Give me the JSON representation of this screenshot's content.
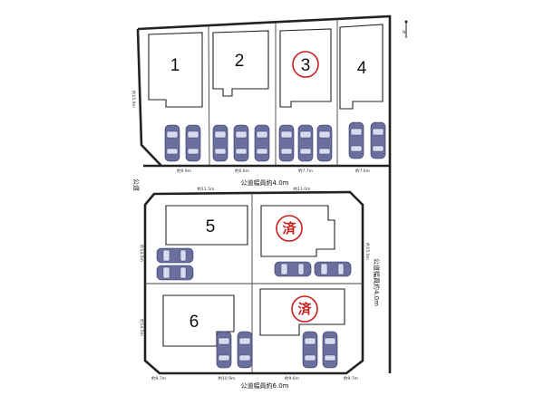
{
  "lots": [
    {
      "id": "1",
      "label": "1",
      "sold": false,
      "circled": false
    },
    {
      "id": "2",
      "label": "2",
      "sold": false,
      "circled": false
    },
    {
      "id": "3",
      "label": "3",
      "sold": false,
      "circled": true
    },
    {
      "id": "4",
      "label": "4",
      "sold": false,
      "circled": false
    },
    {
      "id": "5",
      "label": "5",
      "sold": false,
      "circled": false
    },
    {
      "id": "5b",
      "label": "済",
      "sold": true,
      "circled": true
    },
    {
      "id": "6",
      "label": "6",
      "sold": false,
      "circled": false
    },
    {
      "id": "6b",
      "label": "済",
      "sold": true,
      "circled": true
    }
  ],
  "roads": {
    "upper": "公道幅員約4.0m",
    "lower": "公道幅員約6.0m",
    "right": "公道幅員約4.0m",
    "left": "公道"
  },
  "north_mark": "N",
  "frontage_labels": {
    "top": [
      "約9.9m",
      "約6.6m",
      "約7.7m",
      "約7.6m"
    ],
    "mid_top": [
      "約11.5m",
      "約11.0m"
    ],
    "bottom": [
      "約9.7m",
      "約10.9m",
      "約9.6m",
      "約9.7m"
    ],
    "side_left": [
      "約15.9m",
      "約14.5m",
      "約14.5m"
    ],
    "side_right": [
      "約15.0m"
    ]
  },
  "colors": {
    "car": "#6a6f9e",
    "sold_mark": "#c81e1e",
    "lines": "#222222"
  }
}
